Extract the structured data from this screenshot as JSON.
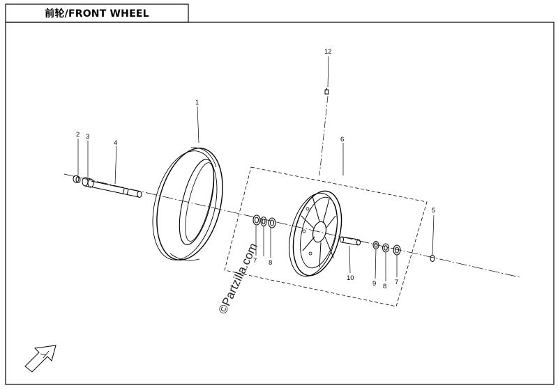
{
  "title": "前轮/FRONT WHEEL",
  "watermark": "©Partzilla.com",
  "callouts": [
    {
      "id": "c1",
      "text": "1"
    },
    {
      "id": "c2",
      "text": "2"
    },
    {
      "id": "c3",
      "text": "3"
    },
    {
      "id": "c4",
      "text": "4"
    },
    {
      "id": "c5",
      "text": "5"
    },
    {
      "id": "c6",
      "text": "6"
    },
    {
      "id": "c7a",
      "text": "7"
    },
    {
      "id": "c8a",
      "text": "8"
    },
    {
      "id": "c7b",
      "text": "7"
    },
    {
      "id": "c8b",
      "text": "8"
    },
    {
      "id": "c9",
      "text": "9"
    },
    {
      "id": "c10",
      "text": "10"
    },
    {
      "id": "c12",
      "text": "12"
    }
  ],
  "front_arrow_icon": "front-direction-arrow",
  "line_color": "#000000"
}
